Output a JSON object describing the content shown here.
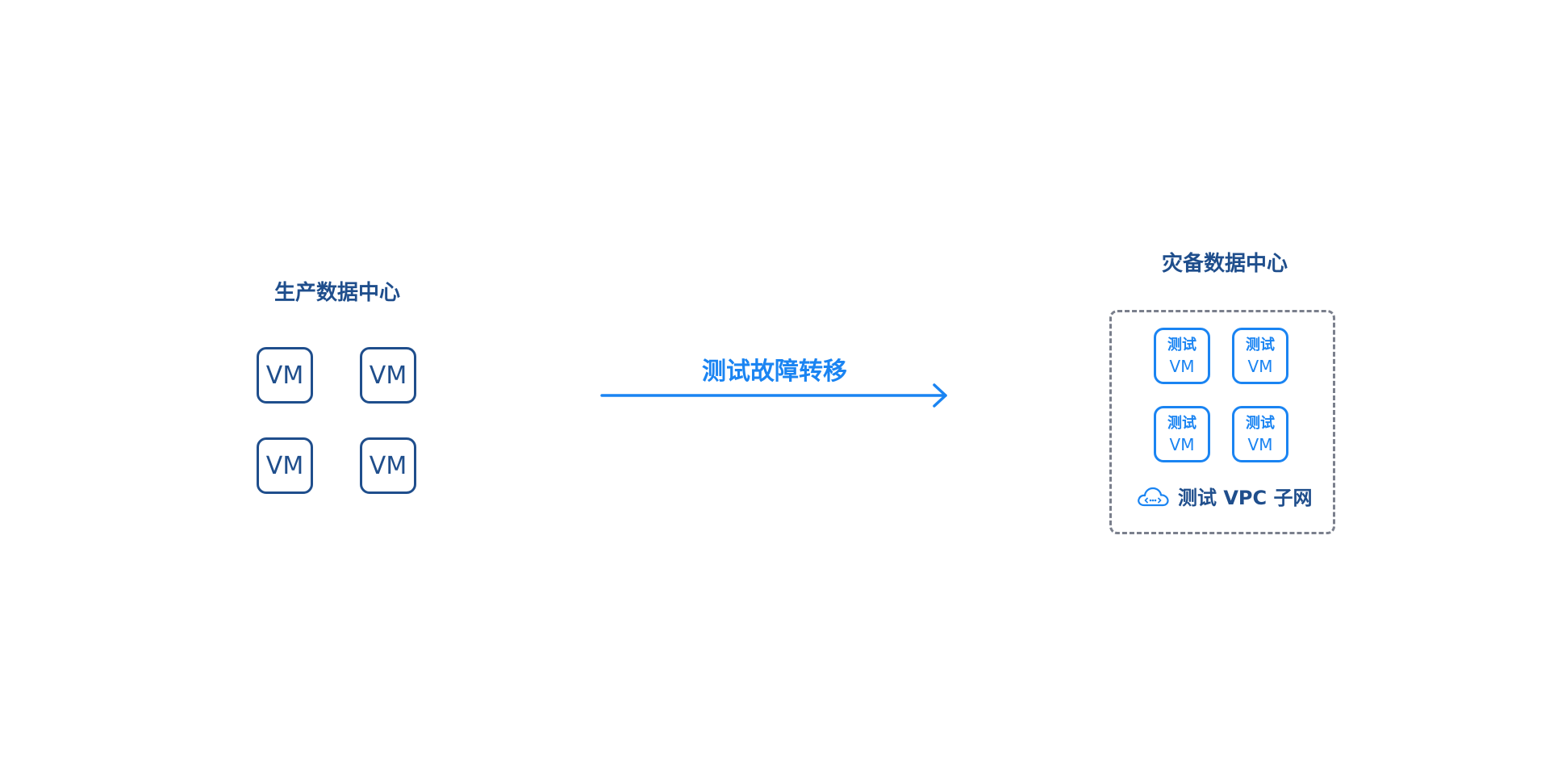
{
  "production": {
    "title": "生产数据中心",
    "vms": [
      "VM",
      "VM",
      "VM",
      "VM"
    ]
  },
  "failover": {
    "label": "测试故障转移"
  },
  "disaster_recovery": {
    "title": "灾备数据中心",
    "test_vms": [
      {
        "line1": "测试",
        "line2": "VM"
      },
      {
        "line1": "测试",
        "line2": "VM"
      },
      {
        "line1": "测试",
        "line2": "VM"
      },
      {
        "line1": "测试",
        "line2": "VM"
      }
    ],
    "subnet_label": "测试 VPC 子网",
    "subnet_icon": "cloud-network-icon"
  },
  "colors": {
    "dark_blue": "#1f4e8c",
    "accent_blue": "#1a84f2",
    "dashed_border": "#7a7f8c"
  }
}
